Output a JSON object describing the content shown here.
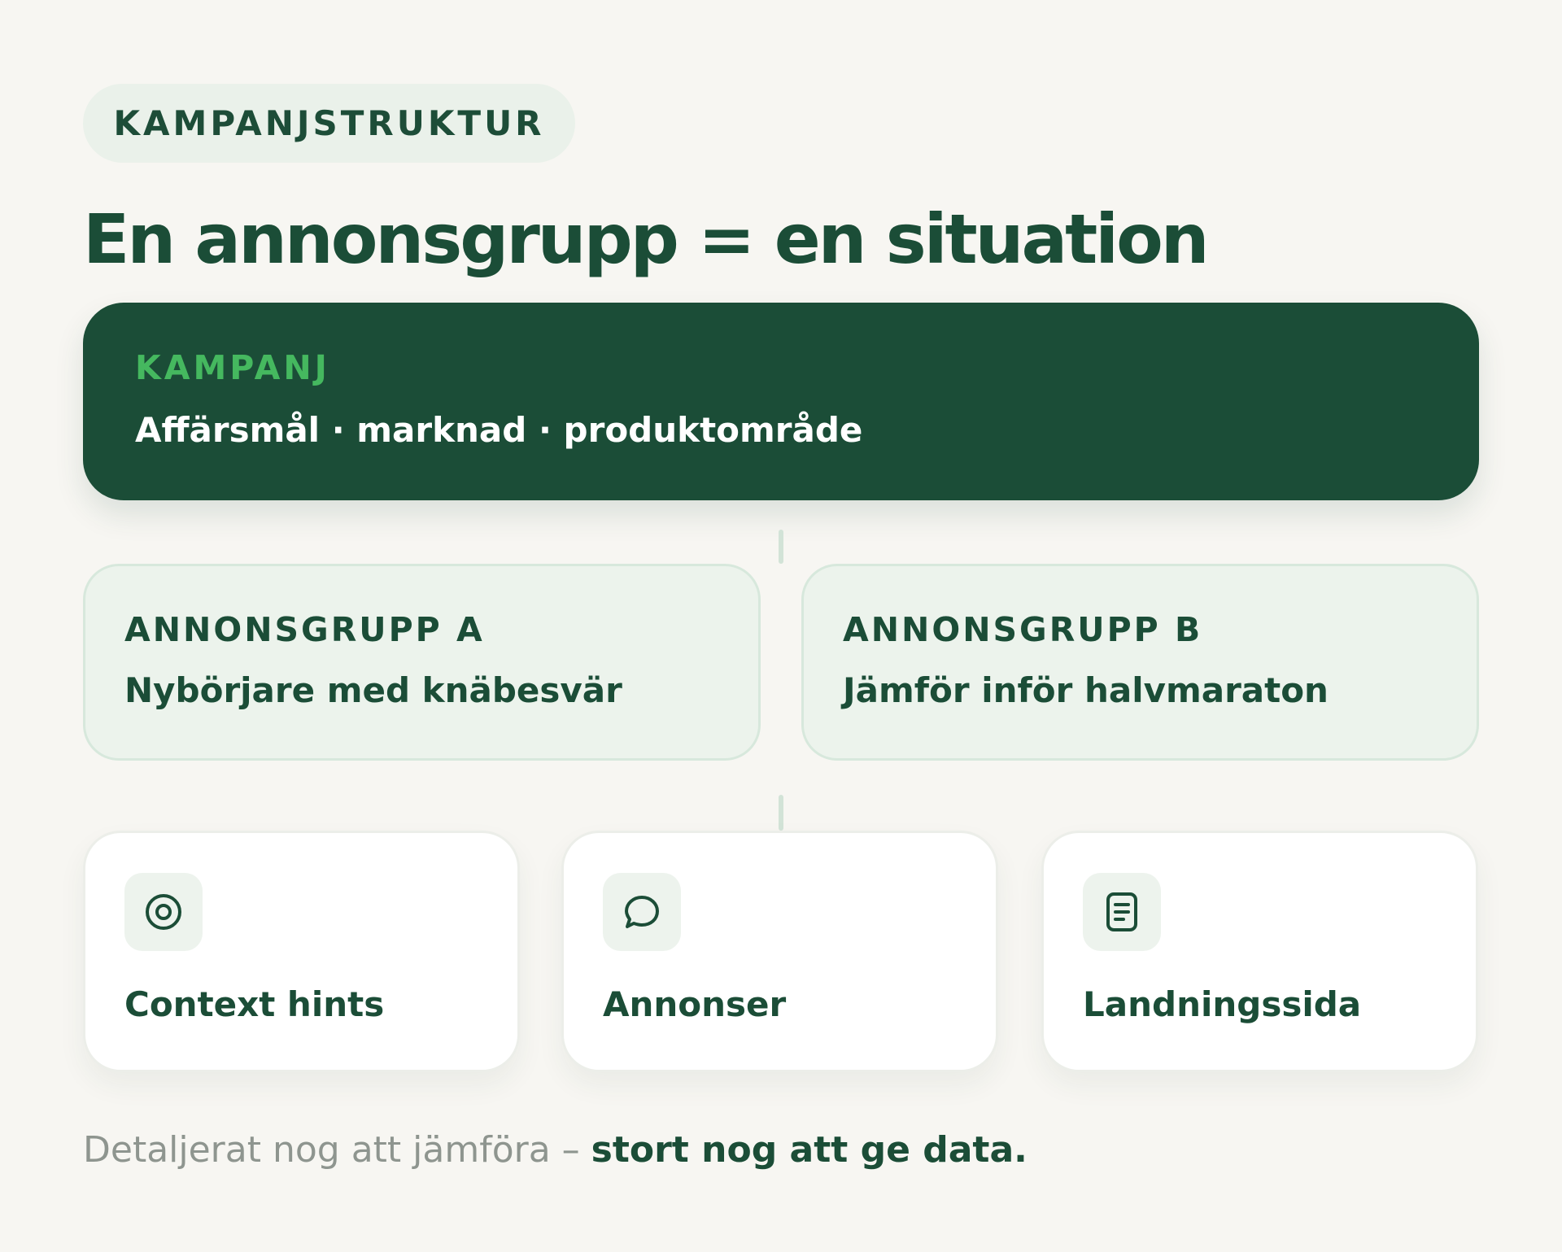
{
  "eyebrow": "KAMPANJSTRUKTUR",
  "title": "En annonsgrupp = en situation",
  "campaign": {
    "label": "KAMPANJ",
    "description": "Affärsmål · marknad · produktområde"
  },
  "ad_groups": [
    {
      "label": "ANNONSGRUPP A",
      "description": "Nybörjare med knäbesvär"
    },
    {
      "label": "ANNONSGRUPP B",
      "description": "Jämför inför halvmaraton"
    }
  ],
  "components": [
    {
      "label": "Context hints",
      "icon": "target-icon"
    },
    {
      "label": "Annonser",
      "icon": "chat-bubble-icon"
    },
    {
      "label": "Landningssida",
      "icon": "document-icon"
    }
  ],
  "footer": {
    "light": "Detaljerat nog att jämföra – ",
    "strong": "stort nog att ge data."
  },
  "colors": {
    "background": "#f7f6f2",
    "primary_green": "#1b4d37",
    "accent_green": "#45b85f",
    "light_green": "#ecf3ec",
    "muted_text": "#8e958f"
  }
}
